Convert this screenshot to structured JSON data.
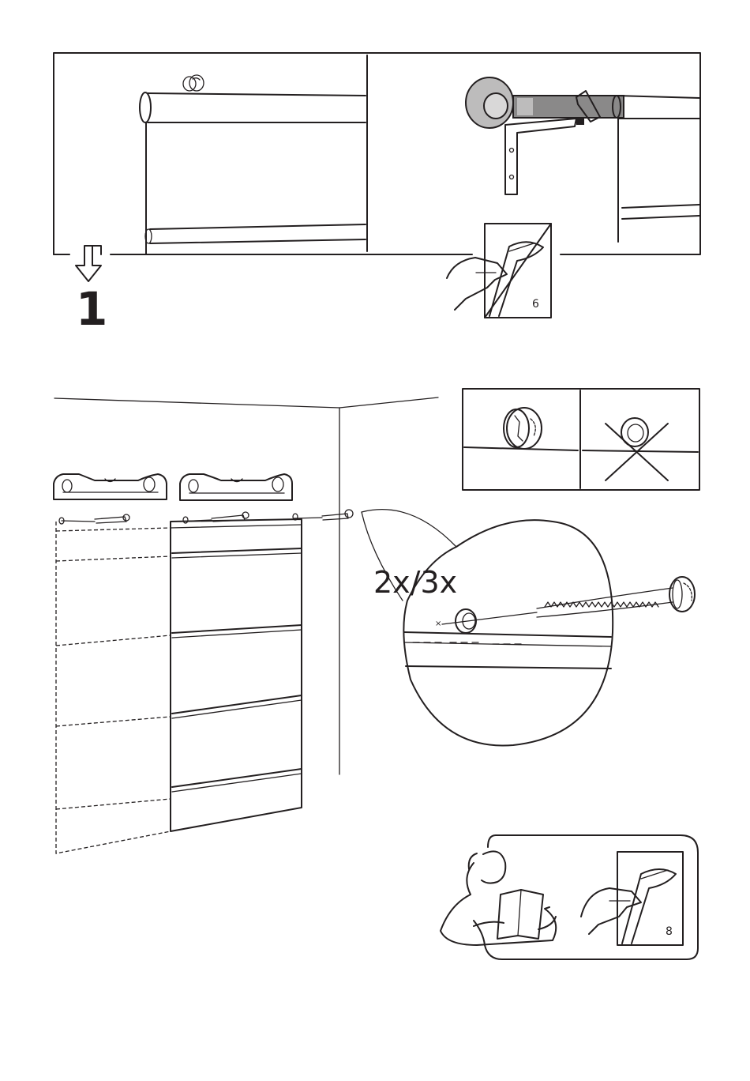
{
  "document": {
    "step_number": "1",
    "page_ref_top": "6",
    "page_ref_bottom": "8",
    "quantity_label": "2x/3x"
  },
  "icons": {
    "direction": "down-arrow-icon",
    "page_turn": "page-turn-hand-icon",
    "reading_person": "reading-person-icon",
    "wrong_mark": "cross-out-icon"
  },
  "colors": {
    "ink": "#231f20",
    "fill_gray": "#bdbcbc",
    "dark_gray": "#8a8989"
  }
}
